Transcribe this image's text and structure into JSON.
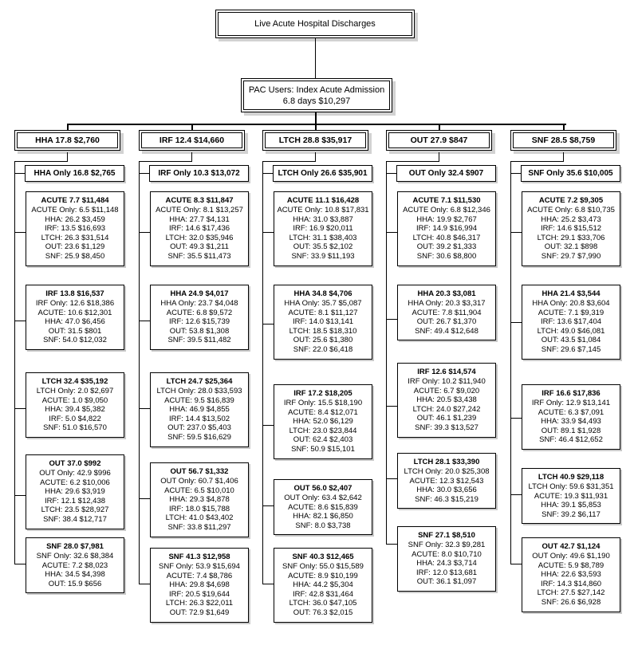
{
  "diagram": {
    "root": {
      "label": "Live Acute Hospital Discharges"
    },
    "index": {
      "label": "PAC Users: Index Acute Admission\n6.8 days $10,297"
    },
    "columns": [
      {
        "id": "hha",
        "head": "HHA 17.8 $2,760",
        "only": "HHA Only 16.8 $2,765",
        "boxes": [
          {
            "title": "ACUTE 7.7 $11,484",
            "lines": [
              "ACUTE Only: 6.5 $11,148",
              "HHA: 26.2 $3,459",
              "IRF: 13.5 $16,693",
              "LTCH: 26.3 $31,514",
              "OUT: 23.6 $1,129",
              "SNF: 25.9 $8,450"
            ]
          },
          {
            "title": "IRF 13.8 $16,537",
            "lines": [
              "IRF Only: 12.6 $18,386",
              "ACUTE: 10.6 $12,301",
              "HHA: 47.0 $6,456",
              "OUT: 31.5 $801",
              "SNF: 54.0 $12,032"
            ]
          },
          {
            "title": "LTCH 32.4 $35,192",
            "lines": [
              "LTCH Only: 2.0 $2,697",
              "ACUTE: 1.0 $9,050",
              "HHA: 39.4 $5,382",
              "IRF: 5.0 $4,822",
              "SNF: 51.0 $16,570"
            ]
          },
          {
            "title": "OUT 37.0 $992",
            "lines": [
              "OUT Only: 42.9 $996",
              "ACUTE: 6.2 $10,006",
              "HHA: 29.6 $3,919",
              "IRF: 12.1 $12,438",
              "LTCH: 23.5 $28,927",
              "SNF: 38.4 $12,717"
            ]
          },
          {
            "title": "SNF 28.0 $7,981",
            "lines": [
              "SNF Only: 32.6 $8,384",
              "ACUTE: 7.2 $8,023",
              "HHA: 34.5 $4,398",
              "OUT: 15.9 $656"
            ]
          }
        ]
      },
      {
        "id": "irf",
        "head": "IRF 12.4 $14,660",
        "only": "IRF Only 10.3 $13,072",
        "boxes": [
          {
            "title": "ACUTE 8.3 $11,847",
            "lines": [
              "ACUTE Only: 8.1 $13,257",
              "HHA: 27.7 $4,131",
              "IRF: 14.6 $17,436",
              "LTCH: 32.0 $35,946",
              "OUT: 49.3 $1,211",
              "SNF: 35.5 $11,473"
            ]
          },
          {
            "title": "HHA 24.9 $4,017",
            "lines": [
              "HHA Only: 23.7 $4,048",
              "ACUTE: 6.8 $9,572",
              "IRF: 12.6 $15,739",
              "OUT: 53.8 $1,308",
              "SNF: 39.5 $11,482"
            ]
          },
          {
            "title": "LTCH 24.7 $25,364",
            "lines": [
              "LTCH Only: 28.0 $33,593",
              "ACUTE: 9.5 $16,839",
              "HHA: 46.9 $4,855",
              "IRF: 14.4 $13,502",
              "OUT: 237.0 $5,403",
              "SNF: 59.5 $16,629"
            ]
          },
          {
            "title": "OUT 56.7 $1,332",
            "lines": [
              "OUT Only: 60.7 $1,406",
              "ACUTE: 6.5 $10,010",
              "HHA: 29.3 $4,878",
              "IRF: 18.0 $15,788",
              "LTCH: 41.0 $43,402",
              "SNF: 33.8 $11,297"
            ]
          },
          {
            "title": "SNF 41.3 $12,958",
            "lines": [
              "SNF Only: 53.9 $15,694",
              "ACUTE: 7.4 $8,786",
              "HHA: 29.8 $4,698",
              "IRF: 20.5 $19,644",
              "LTCH: 26.3 $22,011",
              "OUT: 72.9 $1,649"
            ]
          }
        ]
      },
      {
        "id": "ltch",
        "head": "LTCH 28.8 $35,917",
        "only": "LTCH Only 26.6 $35,901",
        "boxes": [
          {
            "title": "ACUTE 11.1 $16,428",
            "lines": [
              "ACUTE Only: 10.8 $17,831",
              "HHA: 31.0 $3,887",
              "IRF: 16.9 $20,011",
              "LTCH: 31.1 $38,403",
              "OUT: 35.5 $2,102",
              "SNF: 33.9 $11,193"
            ]
          },
          {
            "title": "HHA 34.8 $4,706",
            "lines": [
              "HHA Only: 35.7 $5,087",
              "ACUTE: 8.1 $11,127",
              "IRF: 14.0 $13,141",
              "LTCH: 18.5 $18,310",
              "OUT: 25.6 $1,380",
              "SNF: 22.0 $6,418"
            ]
          },
          {
            "title": "IRF 17.2 $18,205",
            "lines": [
              "IRF Only: 15.5 $18,190",
              "ACUTE: 8.4 $12,071",
              "HHA: 52.0 $6,129",
              "LTCH: 23.0 $23,844",
              "OUT: 62.4 $2,403",
              "SNF: 50.9 $15,101"
            ]
          },
          {
            "title": "OUT 56.0 $2,407",
            "lines": [
              "OUT Only: 63.4 $2,642",
              "ACUTE: 8.6 $15,839",
              "HHA: 82.1 $6,850",
              "SNF: 8.0 $3,738"
            ]
          },
          {
            "title": "SNF 40.3 $12,465",
            "lines": [
              "SNF Only: 55.0 $15,589",
              "ACUTE: 8.9 $10,199",
              "HHA: 44.2 $5,304",
              "IRF: 42.8 $31,464",
              "LTCH: 36.0 $47,105",
              "OUT: 76.3 $2,015"
            ]
          }
        ]
      },
      {
        "id": "out",
        "head": "OUT 27.9 $847",
        "only": "OUT Only 32.4 $907",
        "boxes": [
          {
            "title": "ACUTE 7.1 $11,530",
            "lines": [
              "ACUTE Only: 6.8 $12,346",
              "HHA: 19.9 $2,767",
              "IRF: 14.9 $16,994",
              "LTCH: 40.8 $46,317",
              "OUT: 39.2 $1,333",
              "SNF: 30.6 $8,800"
            ]
          },
          {
            "title": "HHA 20.3 $3,081",
            "lines": [
              "HHA Only: 20.3 $3,317",
              "ACUTE: 7.8 $11,904",
              "OUT: 26.7 $1,370",
              "SNF: 49.4 $12,648"
            ]
          },
          {
            "title": "IRF 12.6 $14,574",
            "lines": [
              "IRF Only: 10.2 $11,940",
              "ACUTE: 6.7 $9,020",
              "HHA: 20.5 $3,438",
              "LTCH: 24.0 $27,242",
              "OUT: 46.1 $1,239",
              "SNF: 39.3 $13,527"
            ]
          },
          {
            "title": "LTCH 28.1 $33,390",
            "lines": [
              "LTCH Only: 20.0 $25,308",
              "ACUTE: 12.3 $12,543",
              "HHA: 30.0 $3,656",
              "SNF: 46.3 $15,219"
            ]
          },
          {
            "title": "SNF 27.1 $8,510",
            "lines": [
              "SNF Only: 32.3 $9,281",
              "ACUTE: 8.0 $10,710",
              "HHA: 24.3 $3,714",
              "IRF: 12.0 $13,681",
              "OUT: 36.1 $1,097"
            ]
          }
        ]
      },
      {
        "id": "snf",
        "head": "SNF 28.5 $8,759",
        "only": "SNF Only 35.6 $10,005",
        "boxes": [
          {
            "title": "ACUTE 7.2 $9,305",
            "lines": [
              "ACUTE Only: 6.8 $10,735",
              "HHA: 25.2 $3,473",
              "IRF: 14.6 $15,512",
              "LTCH: 29.1 $33,706",
              "OUT: 32.1 $898",
              "SNF: 29.7 $7,990"
            ]
          },
          {
            "title": "HHA 21.4 $3,544",
            "lines": [
              "HHA Only: 20.8 $3,604",
              "ACUTE: 7.1 $9,319",
              "IRF: 13.6 $17,404",
              "LTCH: 49.0 $46,081",
              "OUT: 43.5 $1,084",
              "SNF: 29.6 $7,145"
            ]
          },
          {
            "title": "IRF 16.6 $17,836",
            "lines": [
              "IRF Only: 12.9 $13,141",
              "ACUTE: 6.3 $7,091",
              "HHA: 33.9 $4,493",
              "OUT: 89.1 $1,928",
              "SNF: 46.4 $12,652"
            ]
          },
          {
            "title": "LTCH 40.9 $29,118",
            "lines": [
              "LTCH Only: 59.6 $31,351",
              "ACUTE: 19.3 $11,931",
              "HHA: 39.1 $5,853",
              "SNF: 39.2 $6,117"
            ]
          },
          {
            "title": "OUT 42.7 $1,124",
            "lines": [
              "OUT Only: 49.6 $1,190",
              "ACUTE: 5.9 $8,789",
              "HHA: 22.6 $3,593",
              "IRF: 14.3 $14,860",
              "LTCH: 27.5 $27,142",
              "SNF: 26.6 $6,928"
            ]
          }
        ]
      }
    ]
  },
  "colors": {
    "line": "#000000",
    "shadow": "#c9c9c9",
    "background": "#ffffff"
  }
}
